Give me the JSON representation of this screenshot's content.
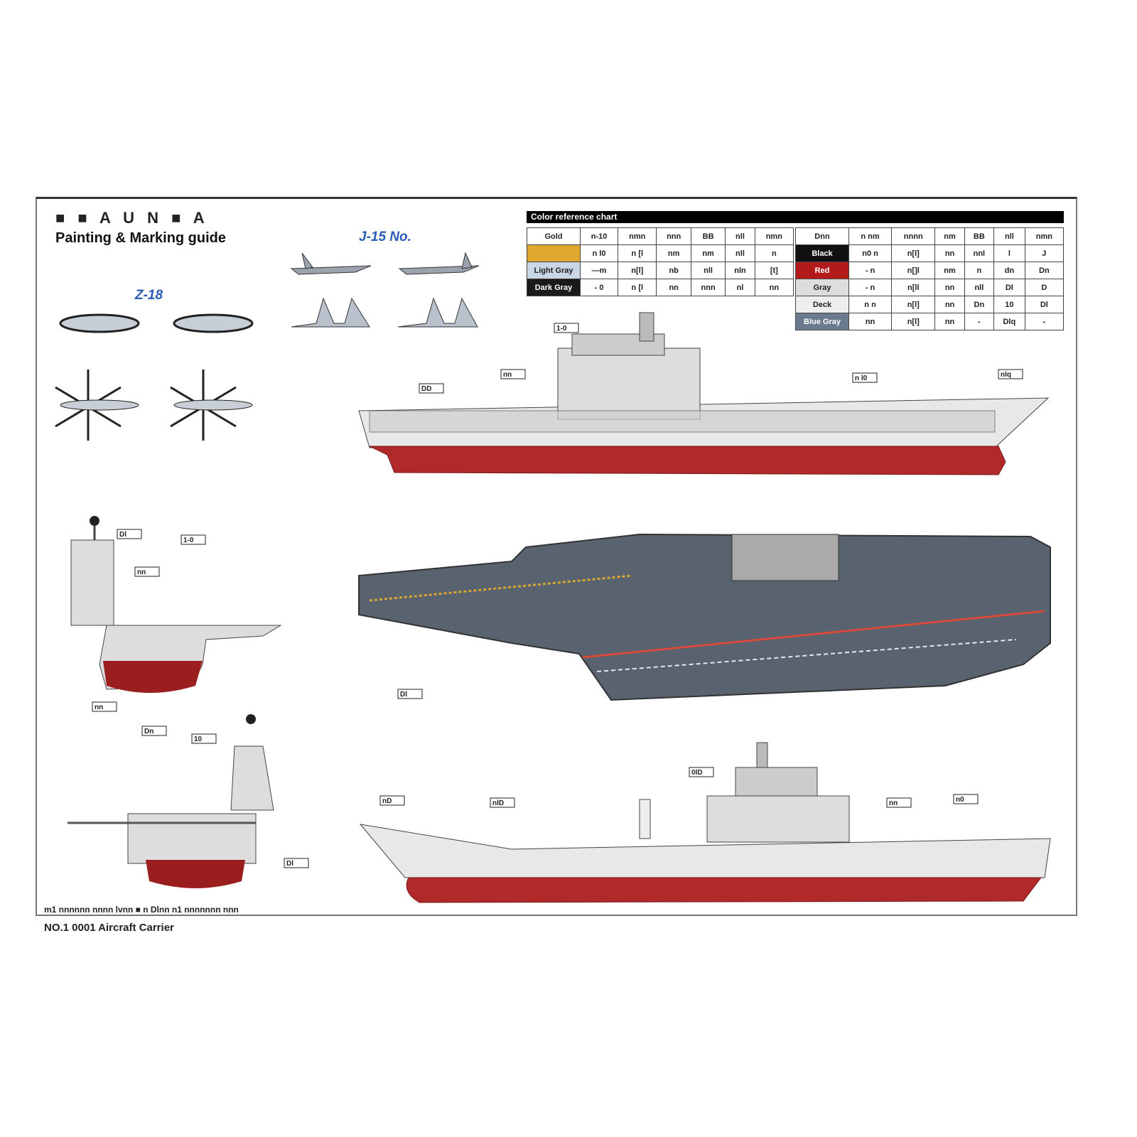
{
  "header": {
    "title": "■ ■ A U N ■ A",
    "subtitle": "Painting & Marking guide"
  },
  "aircraft": {
    "jet_label": "J-15 No.",
    "heli_label": "Z-18"
  },
  "color_chart": {
    "title": "Color reference chart",
    "left_rows": [
      [
        "Gold",
        "n-10",
        "nmn",
        "nnn",
        "BB",
        "nll",
        "nmn"
      ],
      [
        "",
        "n l0",
        "n [l",
        "nm",
        "nm",
        "nll",
        "n"
      ],
      [
        "Light Gray",
        "—m",
        "n[l]",
        "nb",
        "nll",
        "nln",
        "[t]"
      ],
      [
        "Dark Gray",
        "-  0",
        "n [l",
        "nn",
        "nnn",
        "nl",
        "nn"
      ]
    ],
    "left_colors": [
      "#fff",
      "#e0a82e",
      "#c9d6e6",
      "#1a1a1a"
    ],
    "right_rows": [
      [
        "Dnn",
        "n nm",
        "nnnn",
        "nm",
        "BB",
        "nll",
        "nmn"
      ],
      [
        "Black",
        "n0 n",
        "n[l]",
        "nn",
        "nnl",
        "l",
        "J"
      ],
      [
        "Red",
        "-  n",
        "n[]l",
        "nm",
        "n",
        "dn",
        "Dn"
      ],
      [
        "Gray",
        "-  n",
        "n[ll",
        "nn",
        "nll",
        "Dl",
        "D"
      ],
      [
        "Deck",
        "n  n",
        "n[l]",
        "nn",
        "Dn",
        "10",
        "Dl"
      ],
      [
        "Blue Gray",
        "nn",
        "n[l]",
        "nn",
        "-",
        "Dlq",
        "-"
      ]
    ],
    "right_colors": [
      "#fff",
      "#111",
      "#b31b1b",
      "#ddd",
      "#eee",
      "#6c7a90"
    ]
  },
  "callouts": [
    "1-0",
    "nn",
    "DD",
    "n l0",
    "nlq",
    "Dl",
    "1-0",
    "nn",
    "nn",
    "Dn",
    "10",
    "Dl",
    "nlD",
    "nD",
    "0lD",
    "nn",
    "n0",
    "Dl"
  ],
  "caption": {
    "line1": "m1  nnnnnn nnnn lvnn   ■  n  Dlnn      n1  nnnnnnn nnn",
    "line2": "NO.1  0001  Aircraft Carrier"
  }
}
